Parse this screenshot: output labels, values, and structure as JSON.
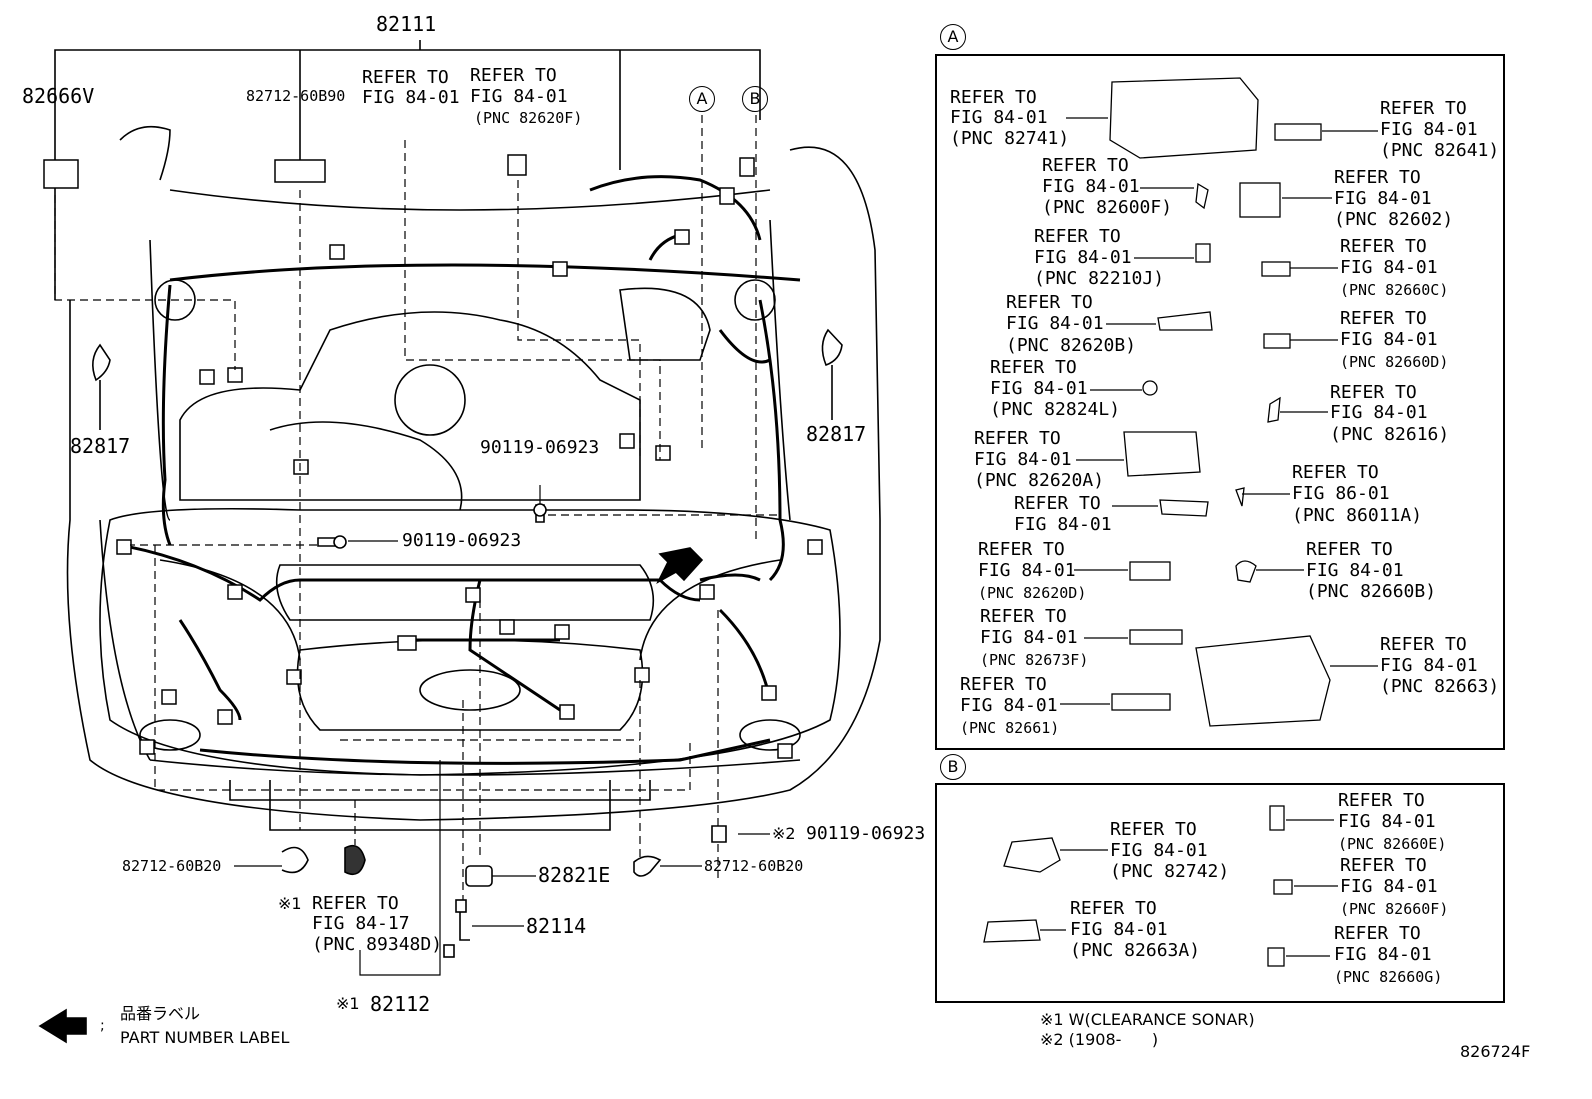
{
  "diagram_id": "826724F",
  "main": {
    "top_part": "82111",
    "top_left_part": "82666V",
    "harness_label_top": "82712-60B90",
    "ref_a": "REFER TO",
    "ref_a2": "FIG 84-01",
    "ref_b": "REFER TO",
    "ref_b2": "FIG 84-01",
    "ref_b3": "(PNC 82620F)",
    "clip_left": "82817",
    "clip_right": "82817",
    "bolt_1": "90119-06923",
    "bolt_2": "90119-06923",
    "bolt_3": "90119-06923",
    "bolt_3_mark": "※2",
    "clamp_left": "82712-60B20",
    "clamp_right": "82712-60B20",
    "sensor_mark": "※1",
    "sensor_ref1": "REFER TO",
    "sensor_ref2": "FIG 84-17",
    "sensor_ref3": "(PNC 89348D)",
    "part_82821e": "82821E",
    "part_82114": "82114",
    "part_82112_mark": "※1",
    "part_82112": "82112",
    "callout_a": "A",
    "callout_b": "B"
  },
  "legend": {
    "jp": "品番ラベル",
    "colon": ";",
    "en": "PART NUMBER LABEL"
  },
  "notes": {
    "n1": "※1 W(CLEARANCE SONAR)",
    "n2": "※2 (1908-      )"
  },
  "panel_a": {
    "tag": "A",
    "refs": [
      {
        "l1": "REFER TO",
        "l2": "FIG 84-01",
        "l3": "(PNC 82741)"
      },
      {
        "l1": "REFER TO",
        "l2": "FIG 84-01",
        "l3": "(PNC 82641)"
      },
      {
        "l1": "REFER TO",
        "l2": "FIG 84-01",
        "l3": "(PNC 82600F)"
      },
      {
        "l1": "REFER TO",
        "l2": "FIG 84-01",
        "l3": "(PNC 82602)"
      },
      {
        "l1": "REFER TO",
        "l2": "FIG 84-01",
        "l3": "(PNC 82210J)"
      },
      {
        "l1": "REFER TO",
        "l2": "FIG 84-01",
        "l3": "(PNC 82660C)"
      },
      {
        "l1": "REFER TO",
        "l2": "FIG 84-01",
        "l3": "(PNC 82620B)"
      },
      {
        "l1": "REFER TO",
        "l2": "FIG 84-01",
        "l3": "(PNC 82660D)"
      },
      {
        "l1": "REFER TO",
        "l2": "FIG 84-01",
        "l3": "(PNC 82824L)"
      },
      {
        "l1": "REFER TO",
        "l2": "FIG 84-01",
        "l3": "(PNC 82616)"
      },
      {
        "l1": "REFER TO",
        "l2": "FIG 84-01",
        "l3": "(PNC 82620A)"
      },
      {
        "l1": "REFER TO",
        "l2": "FIG 86-01",
        "l3": "(PNC 86011A)"
      },
      {
        "l1": "REFER TO",
        "l2": "FIG 84-01",
        "l3": ""
      },
      {
        "l1": "REFER TO",
        "l2": "FIG 84-01",
        "l3": "(PNC 82620D)"
      },
      {
        "l1": "REFER TO",
        "l2": "FIG 84-01",
        "l3": "(PNC 82660B)"
      },
      {
        "l1": "REFER TO",
        "l2": "FIG 84-01",
        "l3": "(PNC 82673F)"
      },
      {
        "l1": "REFER TO",
        "l2": "FIG 84-01",
        "l3": "(PNC 82663)"
      },
      {
        "l1": "REFER TO",
        "l2": "FIG 84-01",
        "l3": "(PNC 82661)"
      }
    ]
  },
  "panel_b": {
    "tag": "B",
    "refs": [
      {
        "l1": "REFER TO",
        "l2": "FIG 84-01",
        "l3": "(PNC 82742)"
      },
      {
        "l1": "REFER TO",
        "l2": "FIG 84-01",
        "l3": "(PNC 82660E)"
      },
      {
        "l1": "REFER TO",
        "l2": "FIG 84-01",
        "l3": "(PNC 82660F)"
      },
      {
        "l1": "REFER TO",
        "l2": "FIG 84-01",
        "l3": "(PNC 82663A)"
      },
      {
        "l1": "REFER TO",
        "l2": "FIG 84-01",
        "l3": "(PNC 82660G)"
      }
    ]
  }
}
